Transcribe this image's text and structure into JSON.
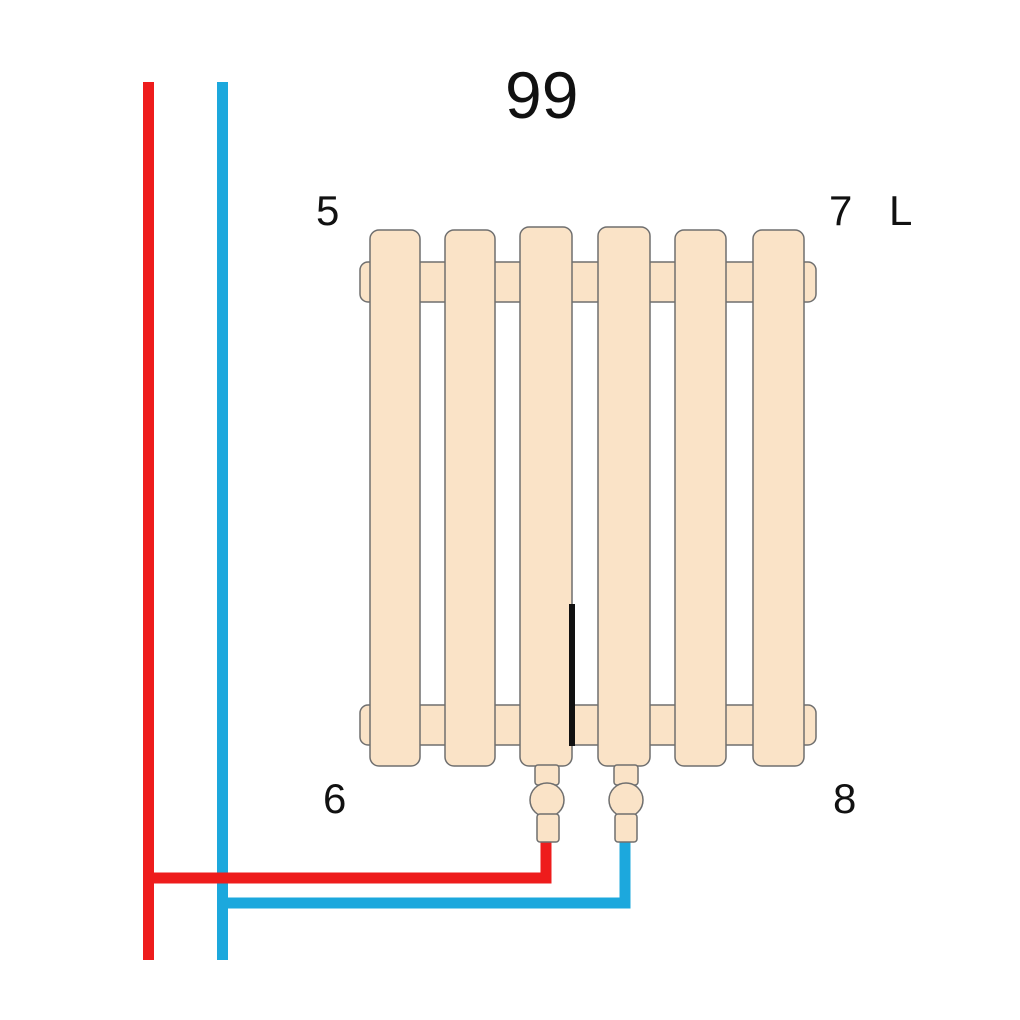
{
  "title": "99",
  "connection_points": {
    "top_left": "5",
    "bottom_left": "6",
    "top_right": "7",
    "bottom_right": "8"
  },
  "side_label": "L",
  "radiator": {
    "column_count": 6,
    "color": "#fae3c7",
    "outline_color": "#6f6f6f"
  },
  "pipes": {
    "supply_color": "#ee1c1c",
    "return_color": "#1ca8dd"
  },
  "thermostat_bar_color": "#111111"
}
